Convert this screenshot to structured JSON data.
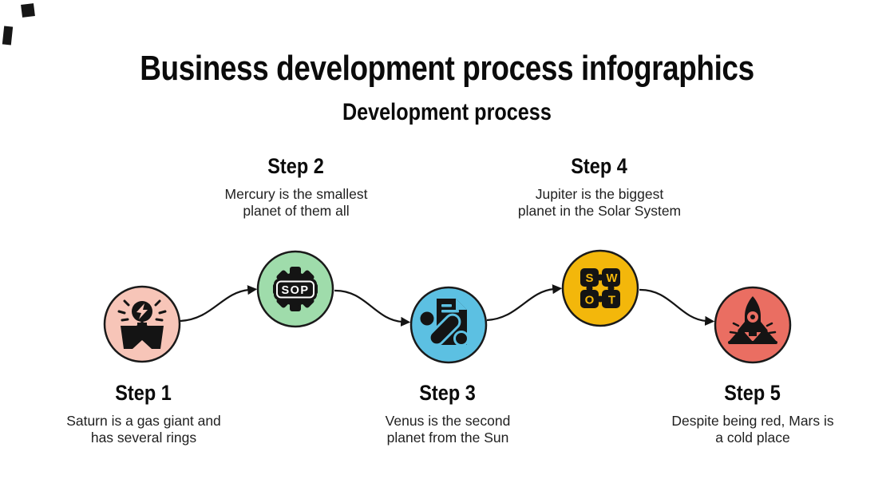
{
  "slide": {
    "title": "Business development process infographics",
    "subtitle": "Development process",
    "background_color": "#ffffff",
    "text_color": "#0b0b0b",
    "icon_color": "#141414",
    "decoration_marks_color": "#161616"
  },
  "connectors": {
    "count": 4,
    "color": "#141414",
    "style": "curved-arrow"
  },
  "steps": [
    {
      "label": "Step 1",
      "description": "Saturn is a gas giant and\nhas several rings",
      "circle_color": "#f7c5b8",
      "icon": "idea-lightbulb-box-icon"
    },
    {
      "label": "Step 2",
      "description": "Mercury is the smallest\nplanet of them all",
      "circle_color": "#9fdcab",
      "icon": "sop-gear-icon",
      "icon_text": "SOP"
    },
    {
      "label": "Step 3",
      "description": "Venus is the second\nplanet from the Sun",
      "circle_color": "#5cc0e2",
      "icon": "approved-document-stamp-icon"
    },
    {
      "label": "Step 4",
      "description": "Jupiter is the biggest\nplanet in the Solar System",
      "circle_color": "#f3b70b",
      "icon": "swot-puzzle-icon",
      "icon_letters": {
        "s": "S",
        "w": "W",
        "o": "O",
        "t": "T"
      }
    },
    {
      "label": "Step 5",
      "description": "Despite being red, Mars is\na cold place",
      "circle_color": "#ea6e62",
      "icon": "rocket-launch-icon"
    }
  ]
}
